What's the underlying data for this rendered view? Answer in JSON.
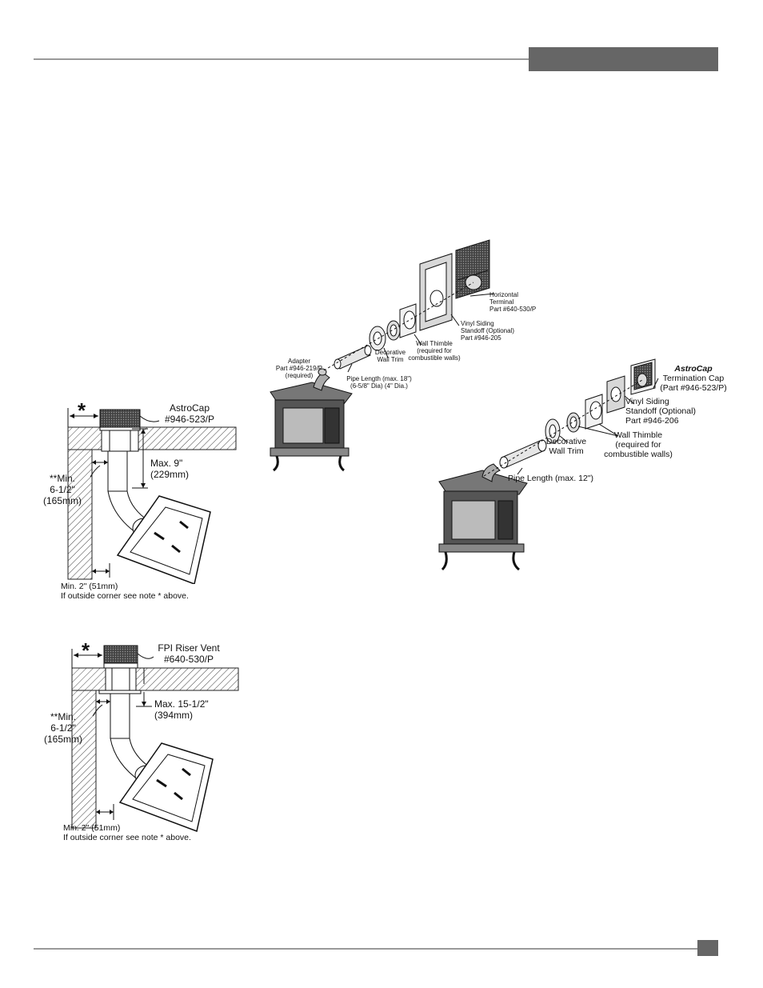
{
  "fig_top": {
    "horizontal_terminal": [
      "Horizontal",
      "Terminal",
      "Part #640-530/P"
    ],
    "vinyl_standoff": [
      "Vinyl Siding",
      "Standoff (Optional)",
      "Part #946-205"
    ],
    "wall_thimble": [
      "Wall Thimble",
      "(required for",
      "combustible walls)"
    ],
    "decorative_trim": [
      "Decorative",
      "Wall Trim"
    ],
    "adapter": [
      "Adapter",
      "Part #946-219/P",
      "(required)"
    ],
    "pipe_length": [
      "Pipe Length (max. 18\")",
      "(6-5/8\" Dia) (4\" Dia.)"
    ]
  },
  "fig_mid": {
    "astrocap_brand": "AstroCap",
    "termination_cap": [
      "Termination Cap",
      "(Part #946-523/P)"
    ],
    "vinyl_standoff": [
      "Vinyl Siding",
      "Standoff (Optional)",
      "Part #946-206"
    ],
    "wall_thimble": [
      "Wall Thimble",
      "(required for",
      "combustible walls)"
    ],
    "decorative_trim": [
      "Decorative",
      "Wall Trim"
    ],
    "pipe_length": "Pipe Length (max. 12\")"
  },
  "fig_a": {
    "star": "*",
    "cap_label": [
      "AstroCap",
      "#946-523/P"
    ],
    "max_label": [
      "Max. 9\"",
      "(229mm)"
    ],
    "min_label": [
      "**Min.",
      "6-1/2\"",
      "(165mm)"
    ],
    "note": [
      "Min. 2\" (51mm)",
      "If outside corner see note * above."
    ]
  },
  "fig_b": {
    "star": "*",
    "cap_label": [
      "FPI Riser Vent",
      "#640-530/P"
    ],
    "max_label": [
      "Max. 15-1/2\"",
      "(394mm)"
    ],
    "min_label": [
      "**Min.",
      "6-1/2\"",
      "(165mm)"
    ],
    "note": [
      "Min. 2\" (51mm)",
      "If outside corner see note * above."
    ]
  }
}
